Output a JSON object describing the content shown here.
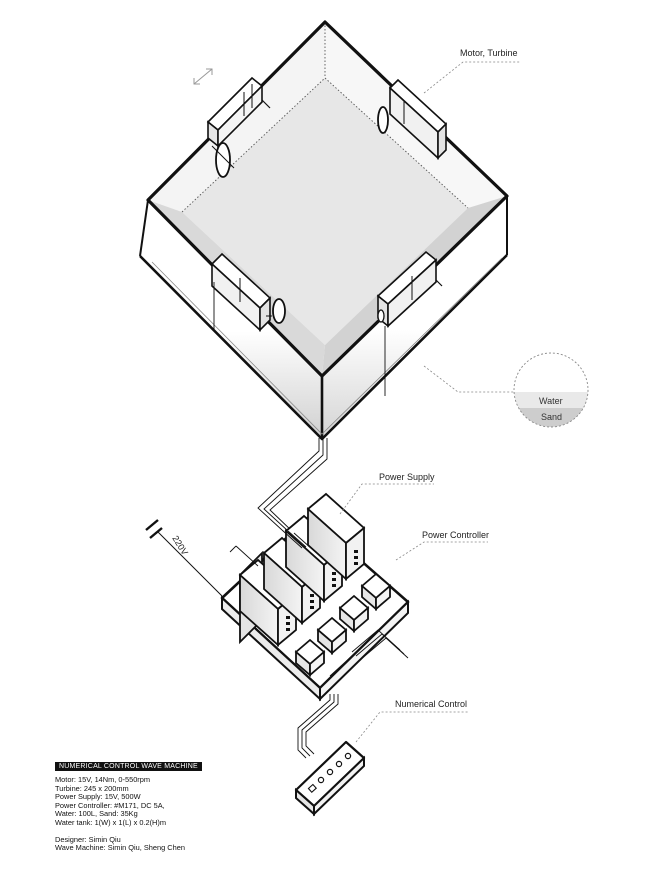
{
  "labels": {
    "motor_turbine": "Motor, Turbine",
    "water": "Water",
    "sand": "Sand",
    "power_supply": "Power Supply",
    "power_controller": "Power Controller",
    "voltage": "220V",
    "numerical_control": "Numerical Control"
  },
  "specs": {
    "title": "NUMERICAL CONTROL WAVE MACHINE",
    "lines": [
      "Motor: 15V, 14Nm, 0-550rpm",
      "Turbine: 245 x 200mm",
      "Power Supply: 15V, 500W",
      "Power Controller: #M171, DC 5A,",
      "Water: 100L, Sand: 35Kg",
      "Water tank: 1(W) x 1(L) x 0.2(H)m"
    ],
    "credits": [
      "Designer: Simin Qiu",
      "Wave Machine: Simin Qiu, Sheng Chen"
    ]
  },
  "colors": {
    "stroke": "#111111",
    "tank_floor": "#e6e6e6",
    "shade": "#cfcfcf",
    "leader": "#777777"
  }
}
